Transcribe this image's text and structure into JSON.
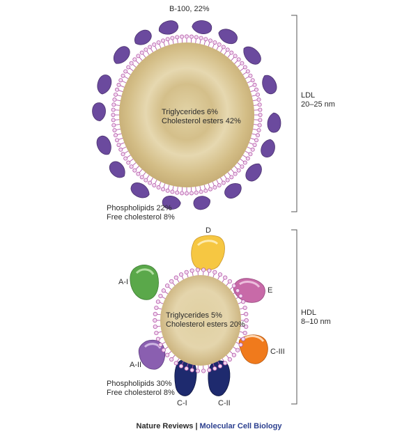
{
  "ldl": {
    "apoprotein_label": "B-100, 22%",
    "name": "LDL",
    "size": "20–25 nm",
    "core_line1": "Triglycerides 6%",
    "core_line2": "Cholesterol esters 42%",
    "surface_line1": "Phospholipids 22%",
    "surface_line2": "Free cholesterol 8%"
  },
  "hdl": {
    "name": "HDL",
    "size": "8–10 nm",
    "core_line1": "Triglycerides 5%",
    "core_line2": "Cholesterol esters 20%",
    "surface_line1": "Phospholipids 30%",
    "surface_line2": "Free cholesterol 8%",
    "apoproteins": {
      "d": "D",
      "a1": "A-I",
      "e": "E",
      "c3": "C-III",
      "a2": "A-II",
      "c1": "C-I",
      "c2": "C-II"
    },
    "apo_colors": {
      "d": "#f6c742",
      "a1": "#5aa84a",
      "e": "#c86aa8",
      "c3": "#f07a1c",
      "a2": "#8a5fb0",
      "c1": "#1e2a6e",
      "c2": "#1e2a6e"
    }
  },
  "colors": {
    "core": "#d8c594",
    "core_dark": "#b9a06a",
    "lipid_head": "#f2d8f0",
    "lipid_stroke": "#b45aa8",
    "b100": "#6b4a9e",
    "bracket": "#555555",
    "journal": "#2b3f8f"
  },
  "footer": {
    "publisher": "Nature Reviews",
    "separator": "|",
    "journal": "Molecular Cell Biology"
  }
}
